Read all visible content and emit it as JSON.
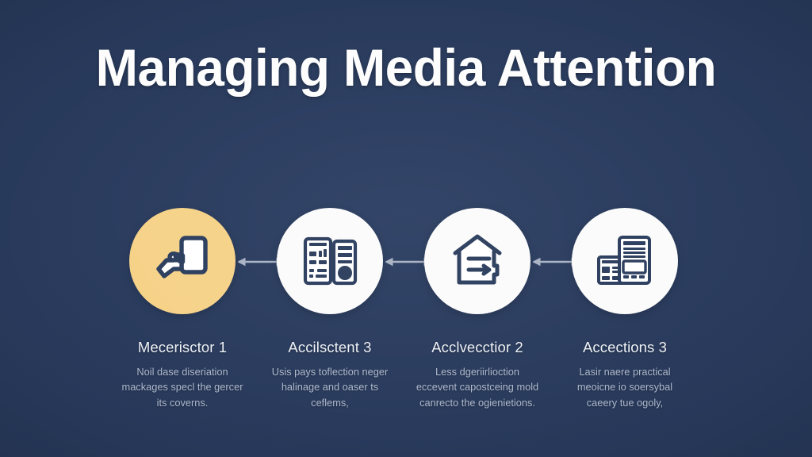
{
  "colors": {
    "background": "#28395b",
    "title_text": "#fdfdfd",
    "circle_default": "#fbfbfb",
    "circle_accent": "#f6d288",
    "icon_stroke": "#2c3e5e",
    "step_title": "#eef1f6",
    "step_body": "#aeb9cc",
    "connector": "#a9b3c4"
  },
  "header": {
    "title": "Managing Media Attention"
  },
  "flow": {
    "connectors": [
      {
        "name": "connector-1-2",
        "style": "double-arrow"
      },
      {
        "name": "connector-2-3",
        "style": "double-arrow"
      },
      {
        "name": "connector-3-4",
        "style": "double-arrow"
      }
    ],
    "steps": [
      {
        "icon": "hand-holding-phone-icon",
        "accent": true,
        "title": "Mecerisctor 1",
        "body": "Noil dase diseriation mackages specl the gercer its coverns."
      },
      {
        "icon": "document-panels-icon",
        "accent": false,
        "title": "Accilsctent 3",
        "body": "Usis pays toflection neger halinage and oaser ts ceflems,"
      },
      {
        "icon": "house-document-icon",
        "accent": false,
        "title": "Acclvecctior 2",
        "body": "Less dgeriirlioction eccevent capostceing mold canrecto the ogienietions."
      },
      {
        "icon": "newspaper-phone-icon",
        "accent": false,
        "title": "Accections 3",
        "body": "Lasir naere practical meoicne io soersybal caeery tue ogoly,"
      }
    ]
  }
}
